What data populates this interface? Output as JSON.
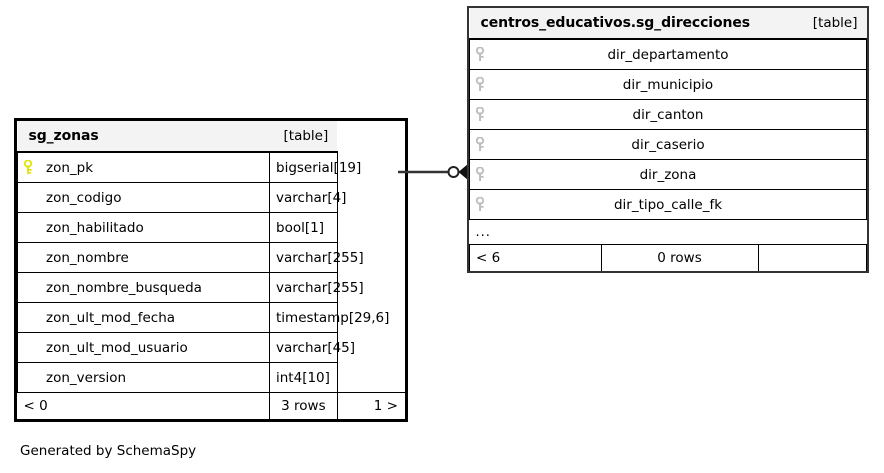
{
  "diagram": {
    "generator_note": "Generated by SchemaSpy",
    "relationship": {
      "from_table": "sg_zonas",
      "from_column": "zon_pk",
      "to_table": "centros_educativos.sg_direcciones",
      "to_column": "dir_zona",
      "source_cardinality": "one",
      "target_cardinality": "zero-or-many",
      "line_color": "#333333"
    }
  },
  "tables": [
    {
      "id": "sg_zonas",
      "title": "sg_zonas",
      "tag": "[table]",
      "header_bg": "#f3f3f3",
      "border_color": "#000000",
      "columns": [
        {
          "key": "primary",
          "key_icon": "key-icon-primary",
          "key_color": "#e8e80c",
          "name": "zon_pk",
          "type": "bigserial[19]"
        },
        {
          "key": "none",
          "key_icon": "",
          "key_color": "",
          "name": "zon_codigo",
          "type": "varchar[4]"
        },
        {
          "key": "none",
          "key_icon": "",
          "key_color": "",
          "name": "zon_habilitado",
          "type": "bool[1]"
        },
        {
          "key": "none",
          "key_icon": "",
          "key_color": "",
          "name": "zon_nombre",
          "type": "varchar[255]"
        },
        {
          "key": "none",
          "key_icon": "",
          "key_color": "",
          "name": "zon_nombre_busqueda",
          "type": "varchar[255]"
        },
        {
          "key": "none",
          "key_icon": "",
          "key_color": "",
          "name": "zon_ult_mod_fecha",
          "type": "timestamp[29,6]"
        },
        {
          "key": "none",
          "key_icon": "",
          "key_color": "",
          "name": "zon_ult_mod_usuario",
          "type": "varchar[45]"
        },
        {
          "key": "none",
          "key_icon": "",
          "key_color": "",
          "name": "zon_version",
          "type": "int4[10]"
        }
      ],
      "has_ellipsis": false,
      "footer": {
        "left": "< 0",
        "center": "3 rows",
        "right": "1 >"
      }
    },
    {
      "id": "sg_direcciones",
      "title": "centros_educativos.sg_direcciones",
      "tag": "[table]",
      "header_bg": "#f3f3f3",
      "border_color": "#333333",
      "columns": [
        {
          "key": "indexed",
          "key_icon": "key-icon-indexed",
          "key_color": "#bbbbbb",
          "name": "dir_departamento",
          "type": ""
        },
        {
          "key": "indexed",
          "key_icon": "key-icon-indexed",
          "key_color": "#bbbbbb",
          "name": "dir_municipio",
          "type": ""
        },
        {
          "key": "indexed",
          "key_icon": "key-icon-indexed",
          "key_color": "#bbbbbb",
          "name": "dir_canton",
          "type": ""
        },
        {
          "key": "indexed",
          "key_icon": "key-icon-indexed",
          "key_color": "#bbbbbb",
          "name": "dir_caserio",
          "type": ""
        },
        {
          "key": "indexed",
          "key_icon": "key-icon-indexed",
          "key_color": "#bbbbbb",
          "name": "dir_zona",
          "type": ""
        },
        {
          "key": "indexed",
          "key_icon": "key-icon-indexed",
          "key_color": "#bbbbbb",
          "name": "dir_tipo_calle_fk",
          "type": ""
        }
      ],
      "has_ellipsis": true,
      "ellipsis": "...",
      "footer": {
        "left": "< 6",
        "center": "0 rows",
        "right": ""
      }
    }
  ]
}
